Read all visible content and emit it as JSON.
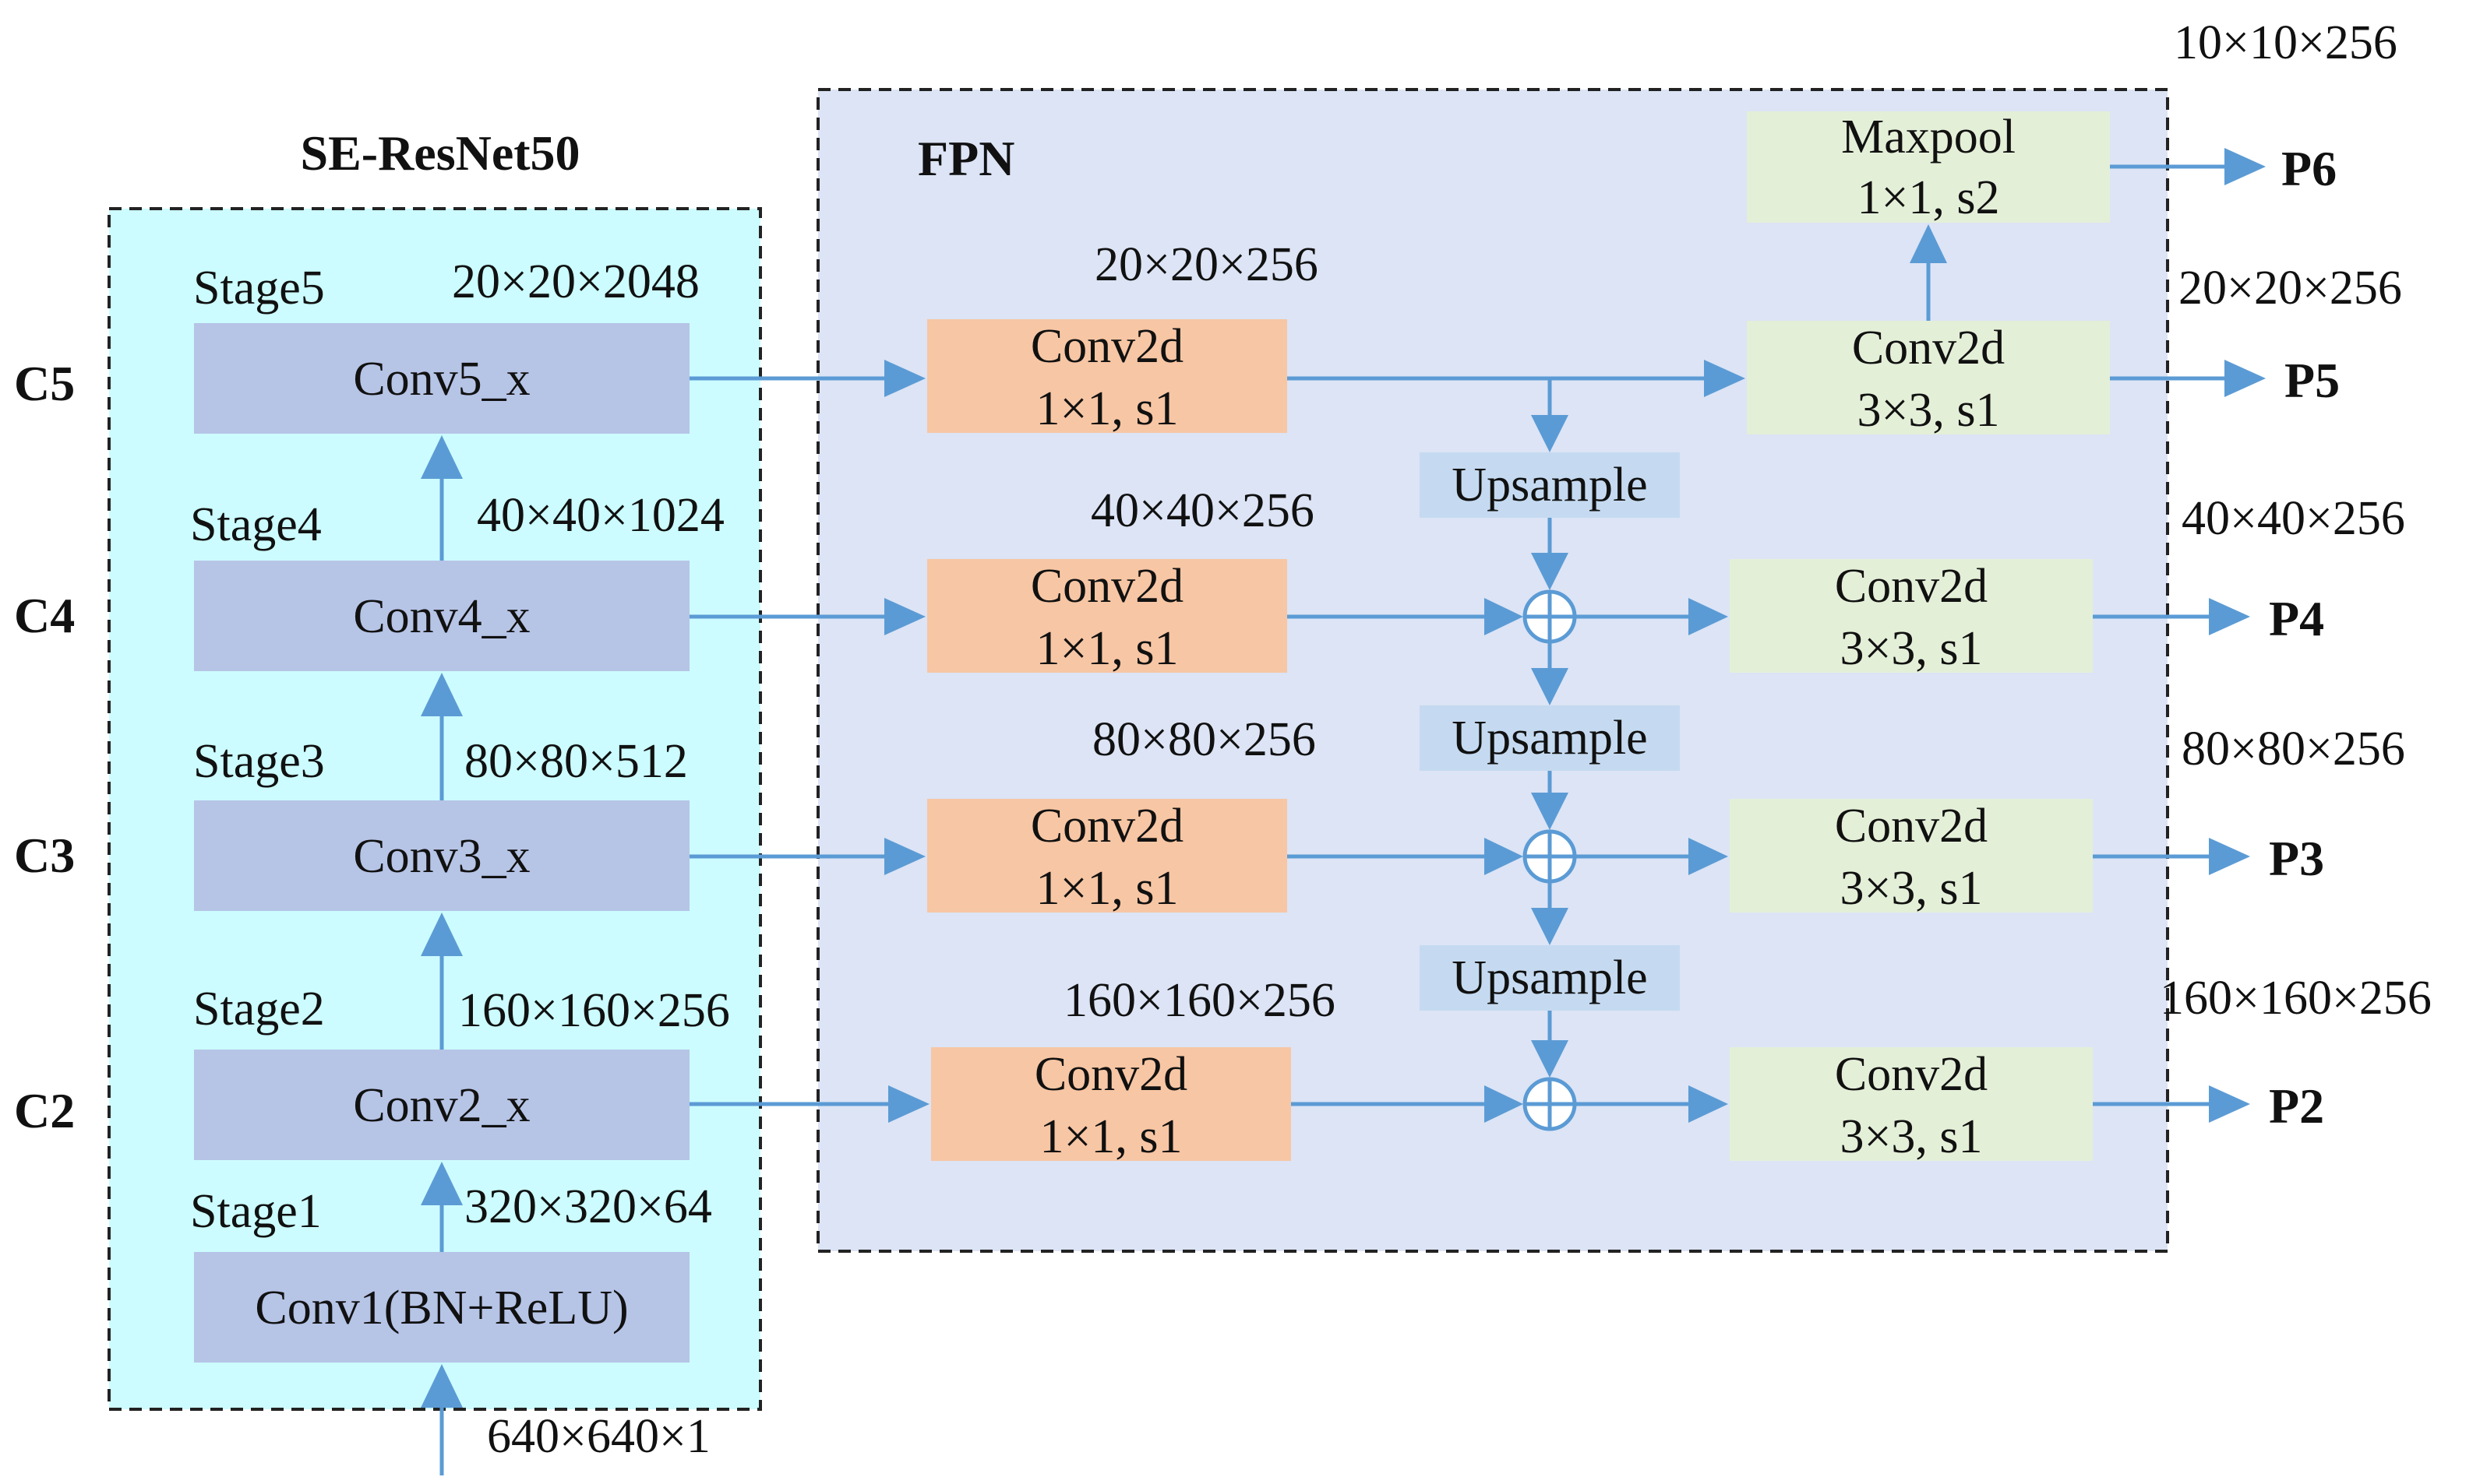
{
  "backbone": {
    "title": "SE-ResNet50",
    "input_dim": "640×640×1",
    "stages": [
      {
        "stage": "Stage1",
        "block": "Conv1(BN+ReLU)",
        "dim": "320×320×64",
        "tap": ""
      },
      {
        "stage": "Stage2",
        "block": "Conv2_x",
        "dim": "160×160×256",
        "tap": "C2"
      },
      {
        "stage": "Stage3",
        "block": "Conv3_x",
        "dim": "80×80×512",
        "tap": "C3"
      },
      {
        "stage": "Stage4",
        "block": "Conv4_x",
        "dim": "40×40×1024",
        "tap": "C4"
      },
      {
        "stage": "Stage5",
        "block": "Conv5_x",
        "dim": "20×20×2048",
        "tap": "C5"
      }
    ]
  },
  "fpn": {
    "title": "FPN",
    "lateral_conv": {
      "line1": "Conv2d",
      "line2": "1×1, s1"
    },
    "output_conv": {
      "line1": "Conv2d",
      "line2": "3×3, s1"
    },
    "upsample_label": "Upsample",
    "maxpool": {
      "line1": "Maxpool",
      "line2": "1×1, s2"
    },
    "levels": [
      {
        "lateral_dim": "20×20×256",
        "out_dim": "20×20×256",
        "out": "P5"
      },
      {
        "lateral_dim": "40×40×256",
        "out_dim": "40×40×256",
        "out": "P4"
      },
      {
        "lateral_dim": "80×80×256",
        "out_dim": "80×80×256",
        "out": "P3"
      },
      {
        "lateral_dim": "160×160×256",
        "out_dim": "160×160×256",
        "out": "P2"
      }
    ],
    "extra": {
      "dim": "10×10×256",
      "out": "P6"
    }
  },
  "colors": {
    "backbone_panel": "#ccfcff",
    "fpn_panel": "#dce4f5",
    "stage_box": "#b6c4e6",
    "lateral_box": "#f7c6a4",
    "output_box": "#e4efd8",
    "upsample_box": "#c5daf0",
    "arrow": "#5b9bd5"
  }
}
